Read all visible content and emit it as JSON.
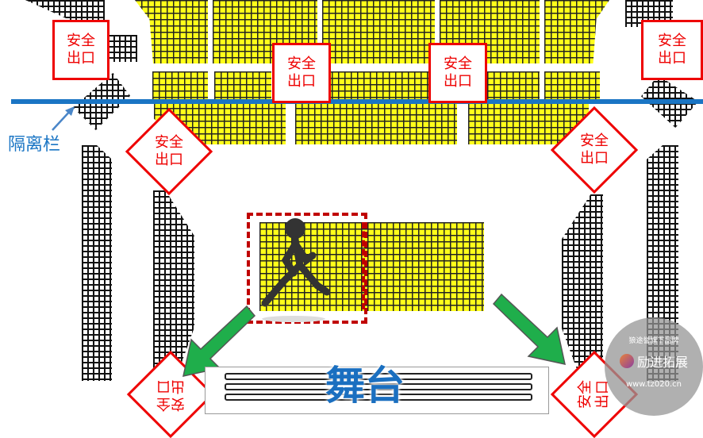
{
  "exits": {
    "label": "安全\n出口",
    "label_line1": "安全",
    "label_line2": "出口"
  },
  "barrier": {
    "label": "隔离栏"
  },
  "stage": {
    "label": "舞台"
  },
  "watermark": {
    "tagline": "狼途誉旗下品牌",
    "brand": "励进拓展",
    "url": "www.tz020.cn"
  },
  "colors": {
    "seat_yellow": "#ffff1a",
    "exit_red": "#e00000",
    "barrier_blue": "#1a75c4",
    "arrow_green": "#1fae4b",
    "dashed_box": "#c00000",
    "stage_text": "#1a6fc0"
  }
}
